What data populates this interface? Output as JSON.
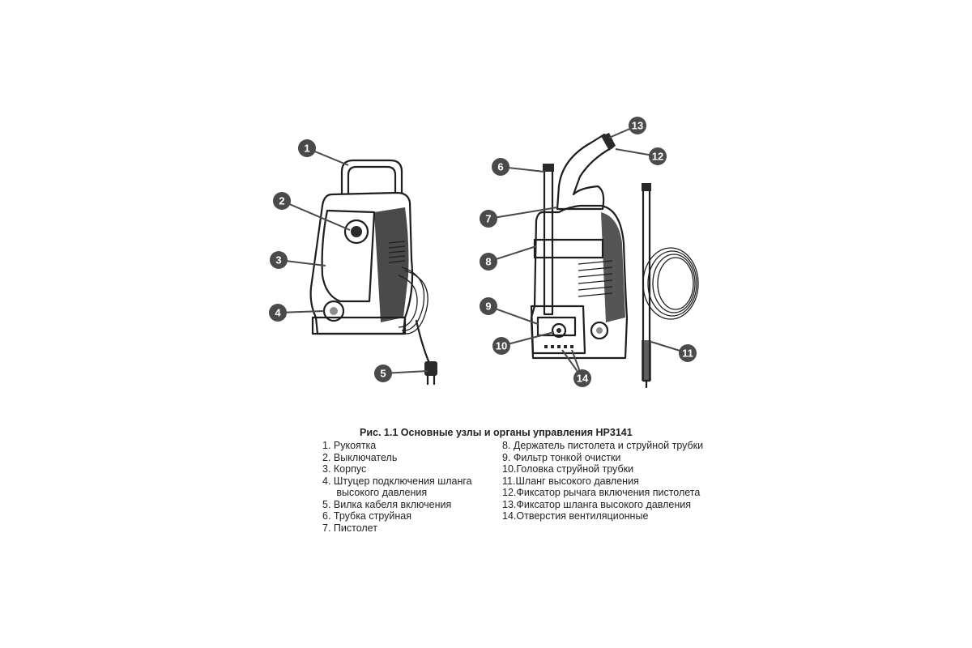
{
  "figure": {
    "caption": "Рис. 1.1 Основные узлы и органы управления HP3141",
    "callouts": [
      "1",
      "2",
      "3",
      "4",
      "5",
      "6",
      "7",
      "8",
      "9",
      "10",
      "11",
      "12",
      "13",
      "14"
    ]
  },
  "legend": {
    "left": [
      "1.  Рукоятка",
      "2.  Выключатель",
      "3.  Корпус",
      "4.  Штуцер подключения шланга",
      "     высокого давления",
      "5.  Вилка кабеля включения",
      "6.  Трубка струйная",
      "7.  Пистолет"
    ],
    "right": [
      "8.  Держатель пистолета и струйной трубки",
      "9.  Фильтр тонкой очистки",
      "10.Головка струйной трубки",
      "11.Шланг высокого давления",
      "12.Фиксатор рычага включения пистолета",
      "13.Фиксатор шланга высокого давления",
      "14.Отверстия вентиляционные"
    ]
  },
  "colors": {
    "callout": "#4a4a4a",
    "ink": "#1e1e1e",
    "background": "#ffffff"
  }
}
